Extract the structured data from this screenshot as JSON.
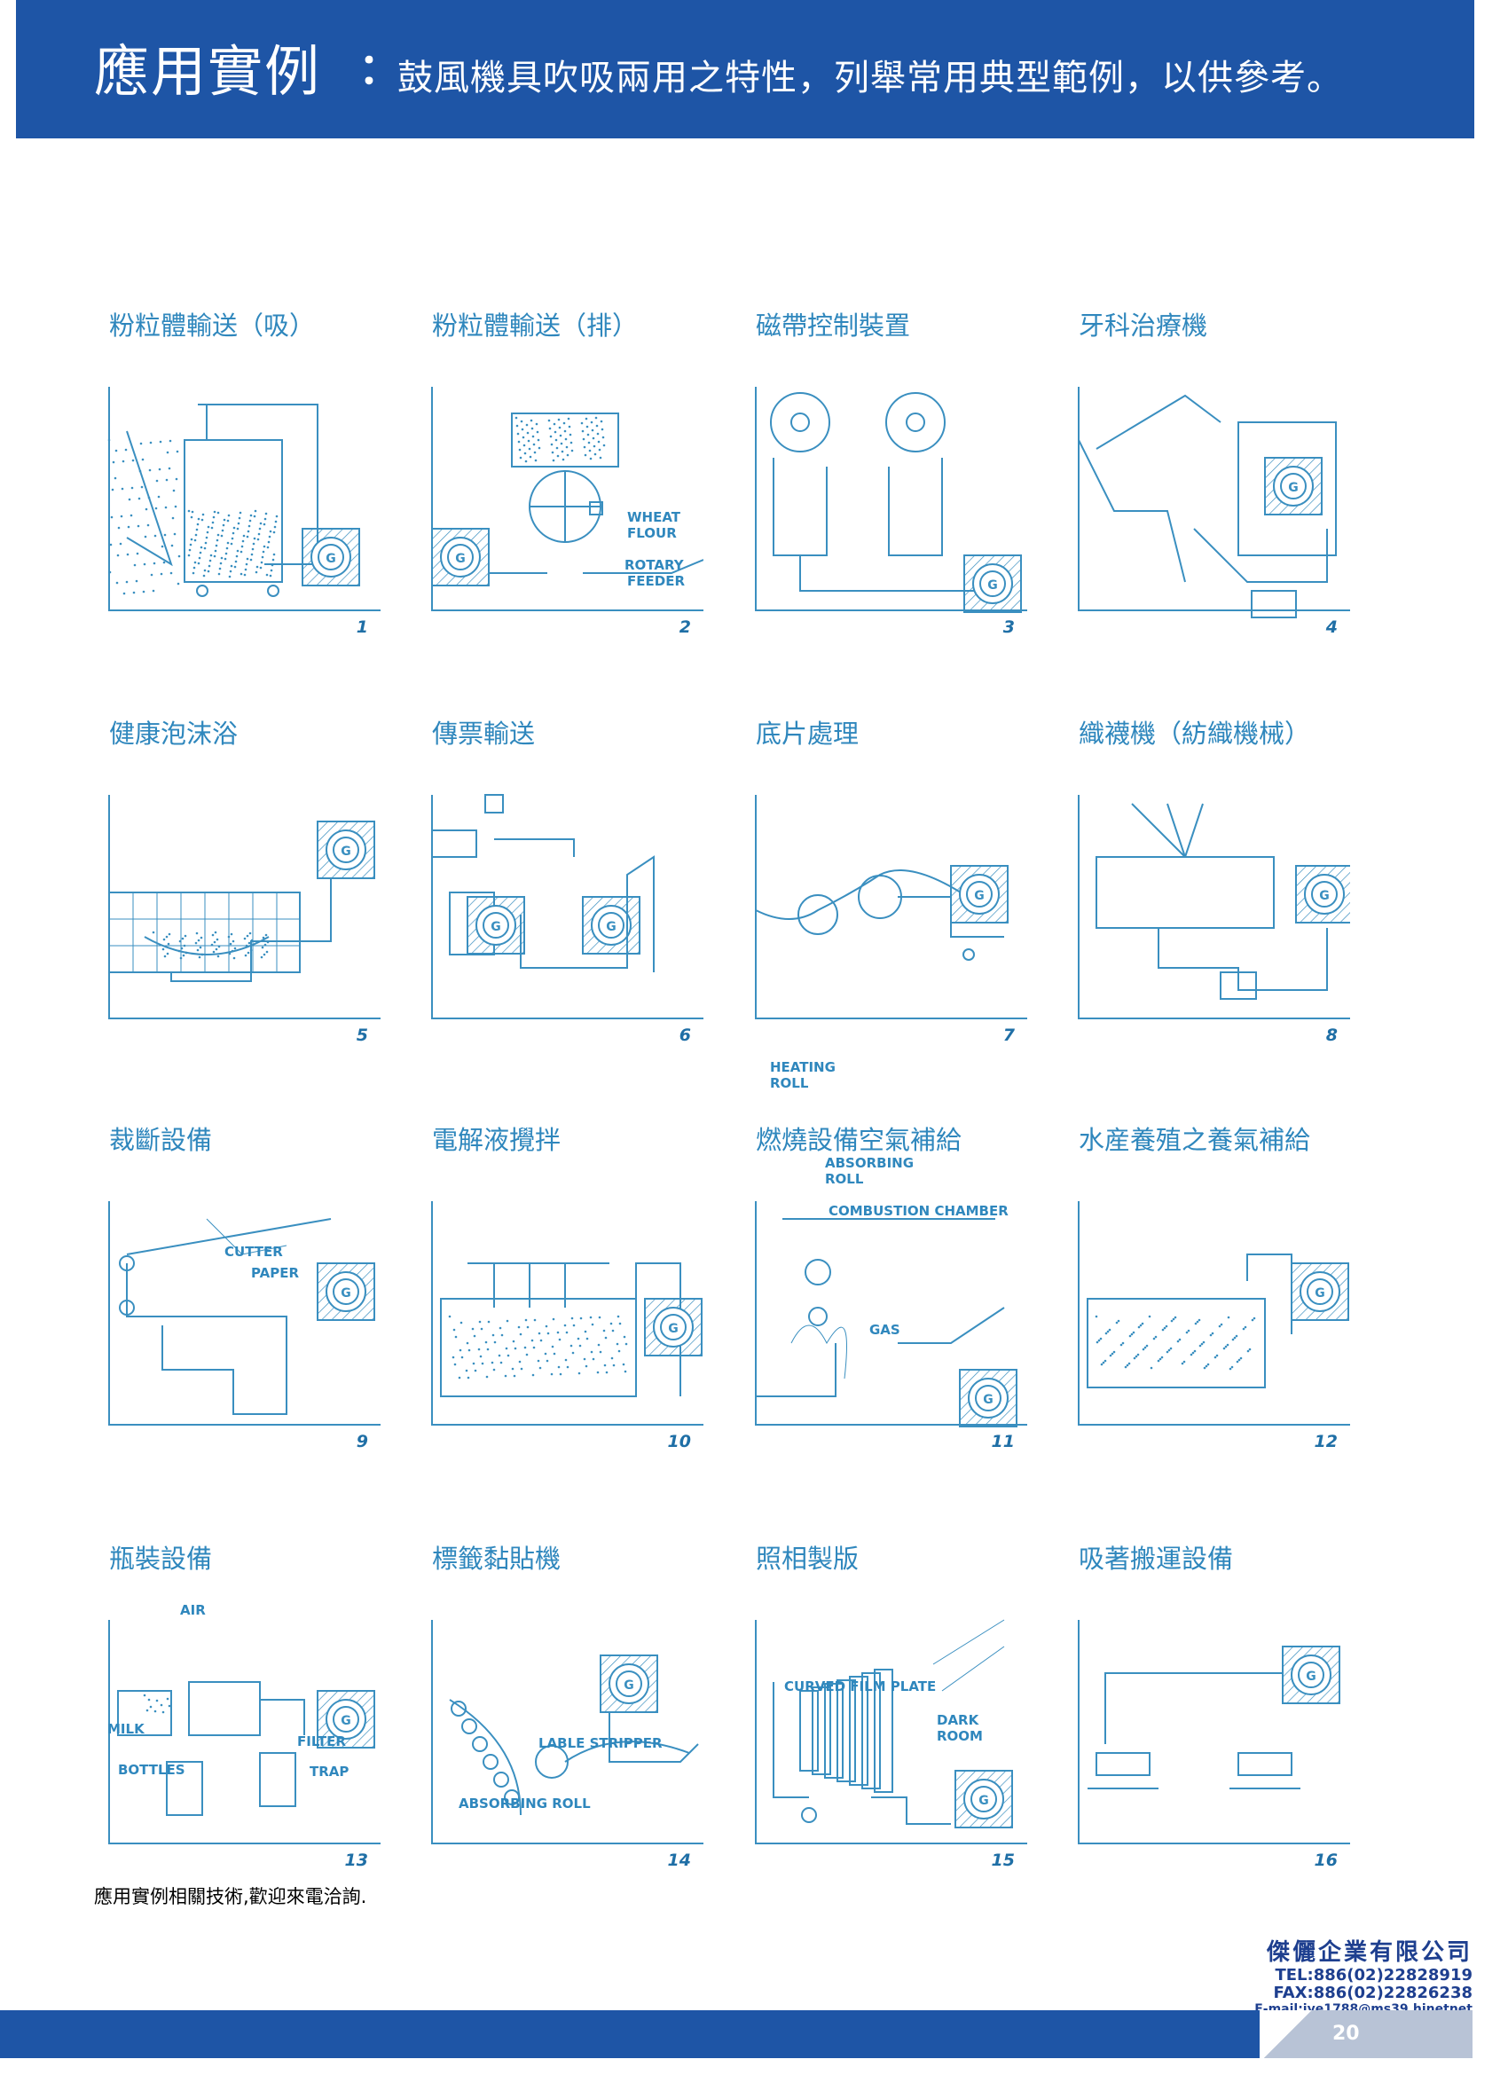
{
  "header": {
    "title": "應用實例",
    "colon": "：",
    "subtitle": "鼓風機具吹吸兩用之特性，列舉常用典型範例，以供參考。"
  },
  "colors": {
    "brand_blue": "#1e55a6",
    "line_blue": "#3a8fc0"
  },
  "panels": [
    {
      "title": "粉粒體輸送（吸）",
      "number": "1",
      "labels": []
    },
    {
      "title": "粉粒體輸送（排）",
      "number": "2",
      "labels": [
        "WHEAT",
        "FLOUR",
        "ROTARY",
        "FEEDER"
      ]
    },
    {
      "title": "磁帶控制裝置",
      "number": "3",
      "labels": []
    },
    {
      "title": "牙科治療機",
      "number": "4",
      "labels": []
    },
    {
      "title": "健康泡沫浴",
      "number": "5",
      "labels": []
    },
    {
      "title": "傳票輸送",
      "number": "6",
      "labels": []
    },
    {
      "title": "底片處理",
      "number": "7",
      "labels": [
        "HEATING",
        "ROLL",
        "ABSORBING",
        "ROLL"
      ]
    },
    {
      "title": "織襪機（紡織機械）",
      "number": "8",
      "labels": []
    },
    {
      "title": "裁斷設備",
      "number": "9",
      "labels": [
        "CUTTER",
        "PAPER"
      ]
    },
    {
      "title": "電解液攪拌",
      "number": "10",
      "labels": []
    },
    {
      "title": "燃燒設備空氣補給",
      "number": "11",
      "labels": [
        "COMBUSTION CHAMBER",
        "GAS"
      ]
    },
    {
      "title": "水産養殖之養氣補給",
      "number": "12",
      "labels": []
    },
    {
      "title": "瓶裝設備",
      "number": "13",
      "labels": [
        "AIR",
        "MILK",
        "FILTER",
        "BOTTLES",
        "TRAP"
      ]
    },
    {
      "title": "標籤黏貼機",
      "number": "14",
      "labels": [
        "LABLE STRIPPER",
        "ABSORBING ROLL"
      ]
    },
    {
      "title": "照相製版",
      "number": "15",
      "labels": [
        "CURVED FILM PLATE",
        "DARK",
        "ROOM"
      ]
    },
    {
      "title": "吸著搬運設備",
      "number": "16",
      "labels": []
    }
  ],
  "footer": {
    "note": "應用實例相關技術,歡迎來電洽詢.",
    "company_name": "傑儷企業有限公司",
    "tel": "TEL:886(02)22828919",
    "fax": "FAX:886(02)22826238",
    "email": "E-mail:jye1788@ms39.hinetnet",
    "page_number": "20"
  }
}
